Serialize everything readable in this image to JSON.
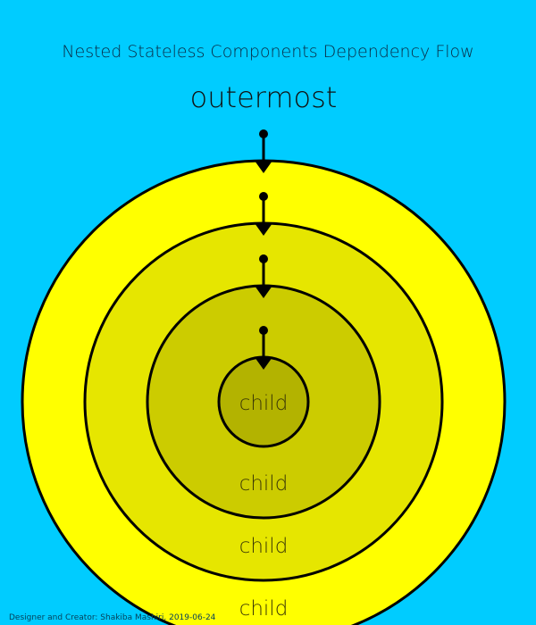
{
  "diagram": {
    "title": "Nested Stateless Components Dependency Flow",
    "outer_label": "outermost",
    "rings": [
      {
        "label": "child",
        "color": "#ffff00"
      },
      {
        "label": "child",
        "color": "#e6e600"
      },
      {
        "label": "child",
        "color": "#cccc00"
      },
      {
        "label": "child",
        "color": "#b3b300"
      }
    ],
    "credit": "Designer and Creator: Shakiba Mashiri, 2019-06-24"
  }
}
